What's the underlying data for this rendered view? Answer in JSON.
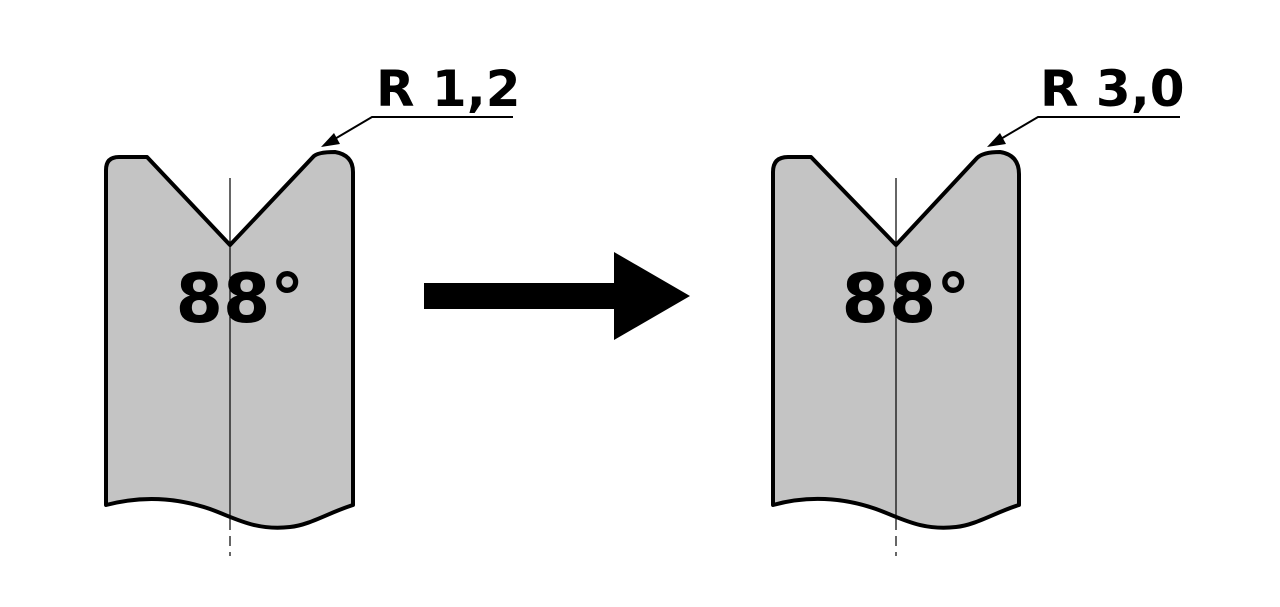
{
  "dies": [
    {
      "angle_label": "88°",
      "radius_label": "R 1,2"
    },
    {
      "angle_label": "88°",
      "radius_label": "R 3,0"
    }
  ],
  "colors": {
    "die_fill": "#c4c4c4",
    "outline": "#000000",
    "background": "#ffffff"
  }
}
